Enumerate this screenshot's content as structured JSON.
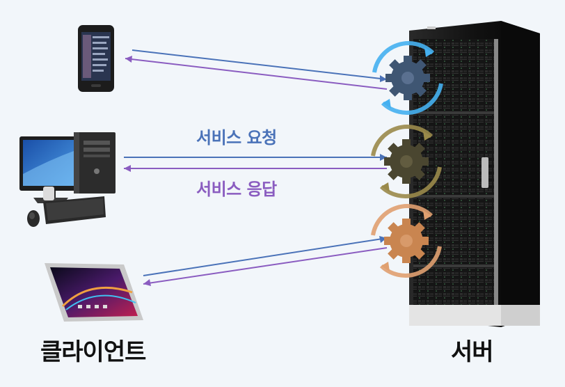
{
  "labels": {
    "request": "서비스 요청",
    "response": "서비스 응답",
    "client": "클라이언트",
    "server": "서버"
  },
  "colors": {
    "request_arrow": "#4a72b8",
    "response_arrow": "#8a5cc0",
    "gear_blue": "#3f5673",
    "gear_olive": "#4a4630",
    "gear_orange": "#c98550",
    "ring_blue": "#45b0f0",
    "ring_olive": "#9a8a4a",
    "ring_orange": "#e0a070"
  },
  "icons": {
    "phone": "smartphone-icon",
    "desktop": "desktop-computer-icon",
    "tablet": "tablet-icon",
    "server": "server-rack-icon",
    "gear": "gear-sync-icon"
  }
}
